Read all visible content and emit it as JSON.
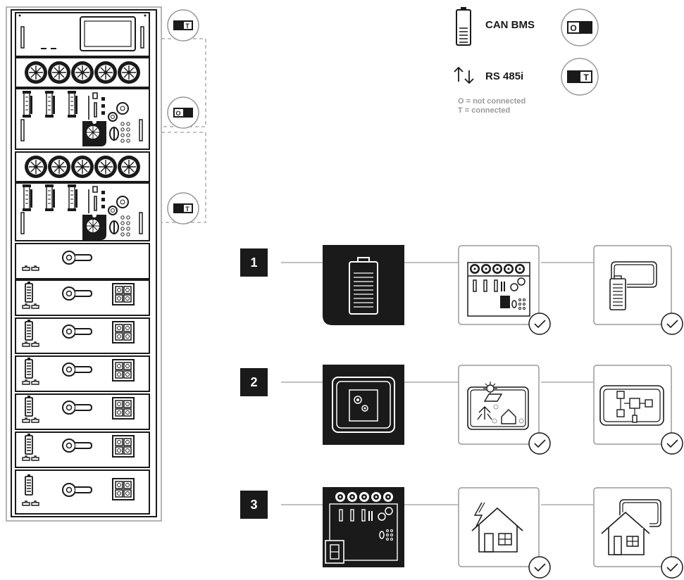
{
  "legend": {
    "can_label": "CAN BMS",
    "rs_label": "RS 485i",
    "note_o": "O = not connected",
    "note_t": "T = connected",
    "switch_o_letter": "O",
    "switch_t_letter": "T"
  },
  "steps": [
    {
      "number": "1"
    },
    {
      "number": "2"
    },
    {
      "number": "3"
    }
  ],
  "colors": {
    "ink": "#1a1a1a",
    "frame": "#9a9a9a",
    "dash": "#a0a0a0"
  }
}
